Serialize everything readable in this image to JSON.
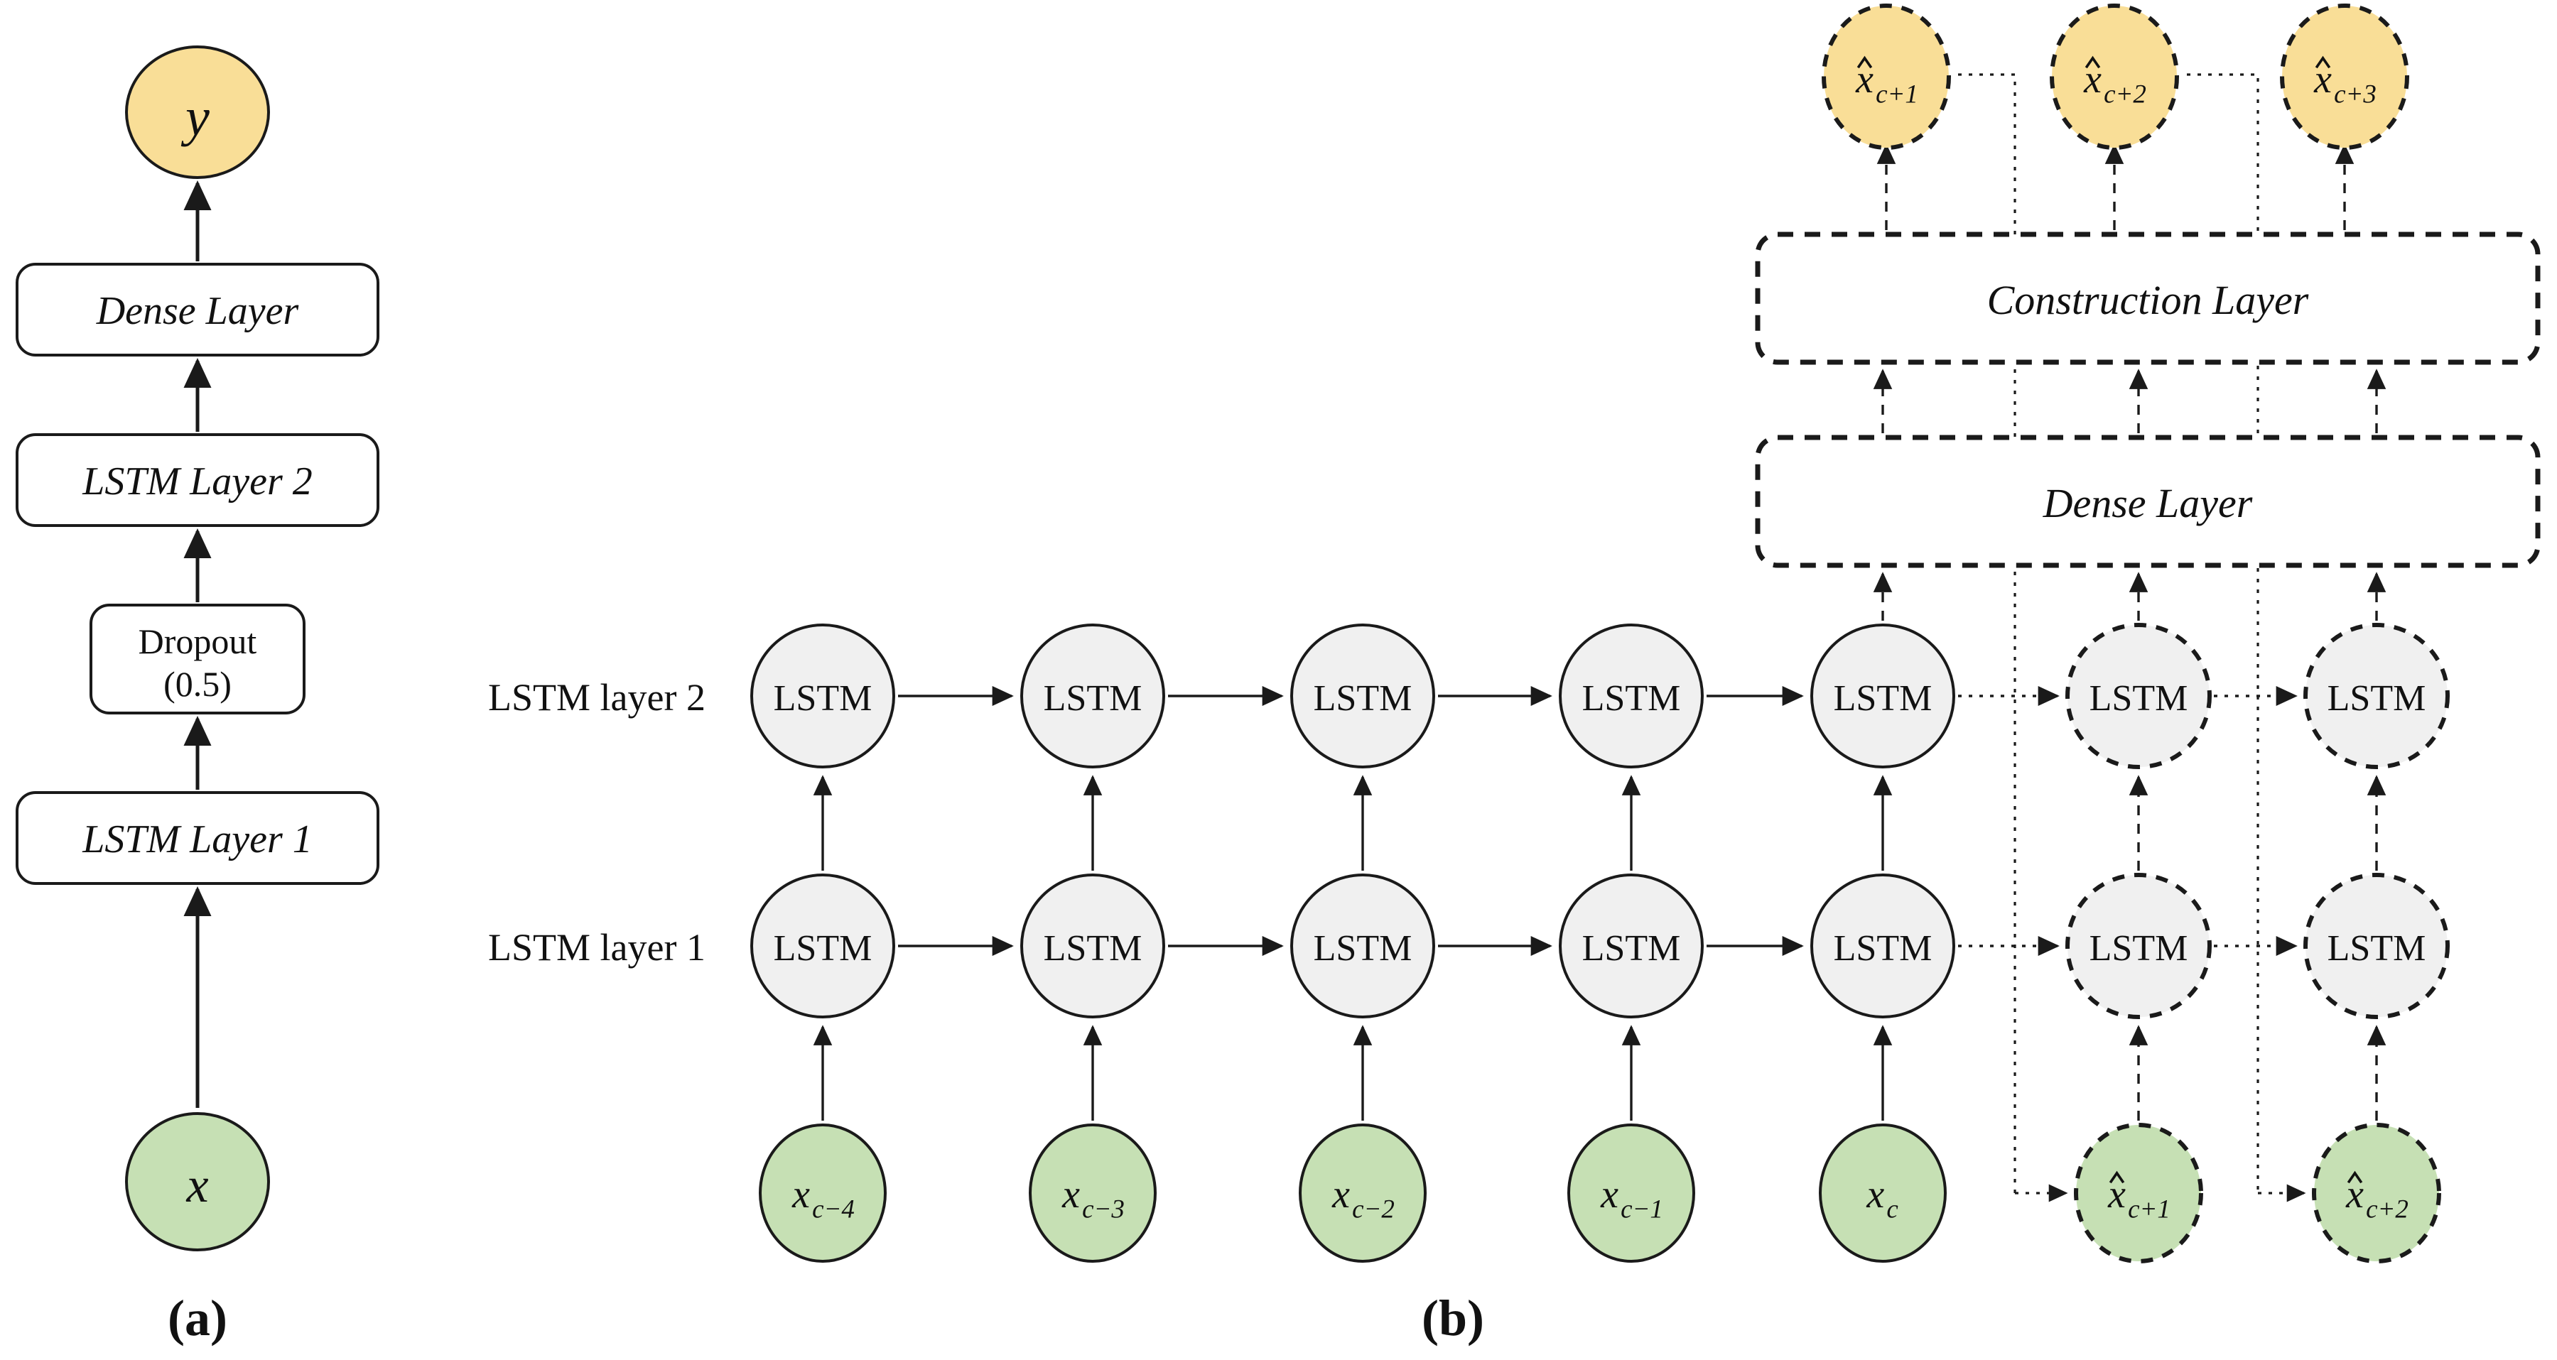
{
  "figure": {
    "panels": [
      {
        "id": "a",
        "caption": "(a)"
      },
      {
        "id": "b",
        "caption": "(b)"
      }
    ]
  },
  "colors": {
    "output_yellow": "#F9DE97",
    "input_green": "#C6E0B4",
    "lstm_gray": "#F0F0F0",
    "stroke": "#1A1A1A",
    "box_fill": "#FFFFFF"
  },
  "panel_a": {
    "output_node": {
      "label": "y",
      "shape": "ellipse",
      "fill": "#F9DE97",
      "border": "solid"
    },
    "blocks": [
      {
        "label": "Dense Layer",
        "style": "italic",
        "border": "solid"
      },
      {
        "label": "LSTM Layer 2",
        "style": "italic",
        "border": "solid"
      },
      {
        "label_line1": "Dropout",
        "label_line2": "(0.5)",
        "style": "normal",
        "border": "solid"
      },
      {
        "label": "LSTM Layer 1",
        "style": "italic",
        "border": "solid"
      }
    ],
    "input_node": {
      "label": "x",
      "shape": "ellipse",
      "fill": "#C6E0B4",
      "border": "solid"
    },
    "caption": "(a)"
  },
  "panel_b": {
    "row_labels": [
      {
        "label": "LSTM layer 2"
      },
      {
        "label": "LSTM layer 1"
      }
    ],
    "lstm_cell_label": "LSTM",
    "lstm_row2": [
      {
        "label": "LSTM",
        "border": "solid"
      },
      {
        "label": "LSTM",
        "border": "solid"
      },
      {
        "label": "LSTM",
        "border": "solid"
      },
      {
        "label": "LSTM",
        "border": "solid"
      },
      {
        "label": "LSTM",
        "border": "solid"
      },
      {
        "label": "LSTM",
        "border": "dashed"
      },
      {
        "label": "LSTM",
        "border": "dashed"
      }
    ],
    "lstm_row1": [
      {
        "label": "LSTM",
        "border": "solid"
      },
      {
        "label": "LSTM",
        "border": "solid"
      },
      {
        "label": "LSTM",
        "border": "solid"
      },
      {
        "label": "LSTM",
        "border": "solid"
      },
      {
        "label": "LSTM",
        "border": "solid"
      },
      {
        "label": "LSTM",
        "border": "dashed"
      },
      {
        "label": "LSTM",
        "border": "dashed"
      }
    ],
    "inputs": [
      {
        "base": "x",
        "sub": "c−4",
        "hat": false,
        "border": "solid",
        "fill": "#C6E0B4"
      },
      {
        "base": "x",
        "sub": "c−3",
        "hat": false,
        "border": "solid",
        "fill": "#C6E0B4"
      },
      {
        "base": "x",
        "sub": "c−2",
        "hat": false,
        "border": "solid",
        "fill": "#C6E0B4"
      },
      {
        "base": "x",
        "sub": "c−1",
        "hat": false,
        "border": "solid",
        "fill": "#C6E0B4"
      },
      {
        "base": "x",
        "sub": "c",
        "hat": false,
        "border": "solid",
        "fill": "#C6E0B4"
      },
      {
        "base": "x",
        "sub": "c+1",
        "hat": true,
        "border": "dashed",
        "fill": "#C6E0B4"
      },
      {
        "base": "x",
        "sub": "c+2",
        "hat": true,
        "border": "dashed",
        "fill": "#C6E0B4"
      }
    ],
    "outputs": [
      {
        "base": "x",
        "sub": "c+1",
        "hat": true,
        "border": "dashed",
        "fill": "#F9DE97"
      },
      {
        "base": "x",
        "sub": "c+2",
        "hat": true,
        "border": "dashed",
        "fill": "#F9DE97"
      },
      {
        "base": "x",
        "sub": "c+3",
        "hat": true,
        "border": "dashed",
        "fill": "#F9DE97"
      }
    ],
    "blocks": [
      {
        "label": "Construction Layer",
        "style": "italic",
        "border": "dashed"
      },
      {
        "label": "Dense Layer",
        "style": "italic",
        "border": "dashed"
      }
    ],
    "caption": "(b)"
  }
}
